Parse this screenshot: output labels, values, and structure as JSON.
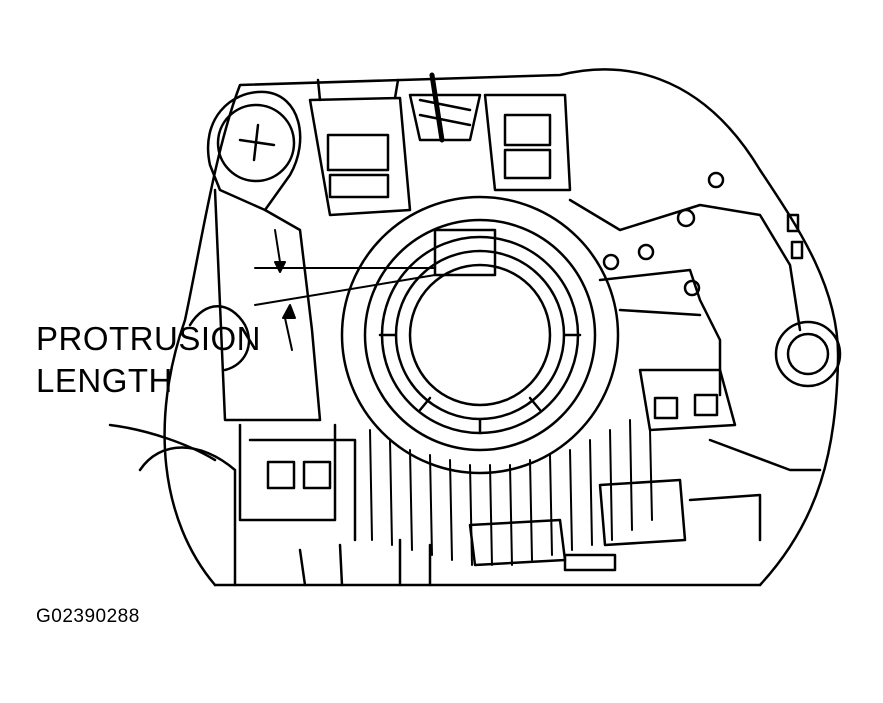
{
  "labels": {
    "callout_line1": "PROTRUSION",
    "callout_line2": "LENGTH",
    "figure_id": "G02390288"
  },
  "colors": {
    "ink": "#000000",
    "background": "#ffffff"
  }
}
